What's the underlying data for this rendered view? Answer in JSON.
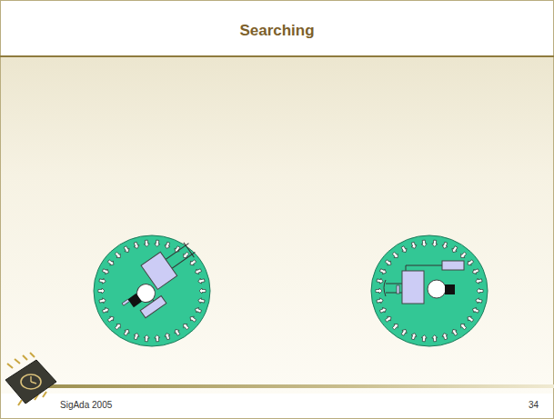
{
  "diagram": {
    "title": "Searching",
    "labels": [
      "SigAda 2005",
      "34"
    ]
  }
}
